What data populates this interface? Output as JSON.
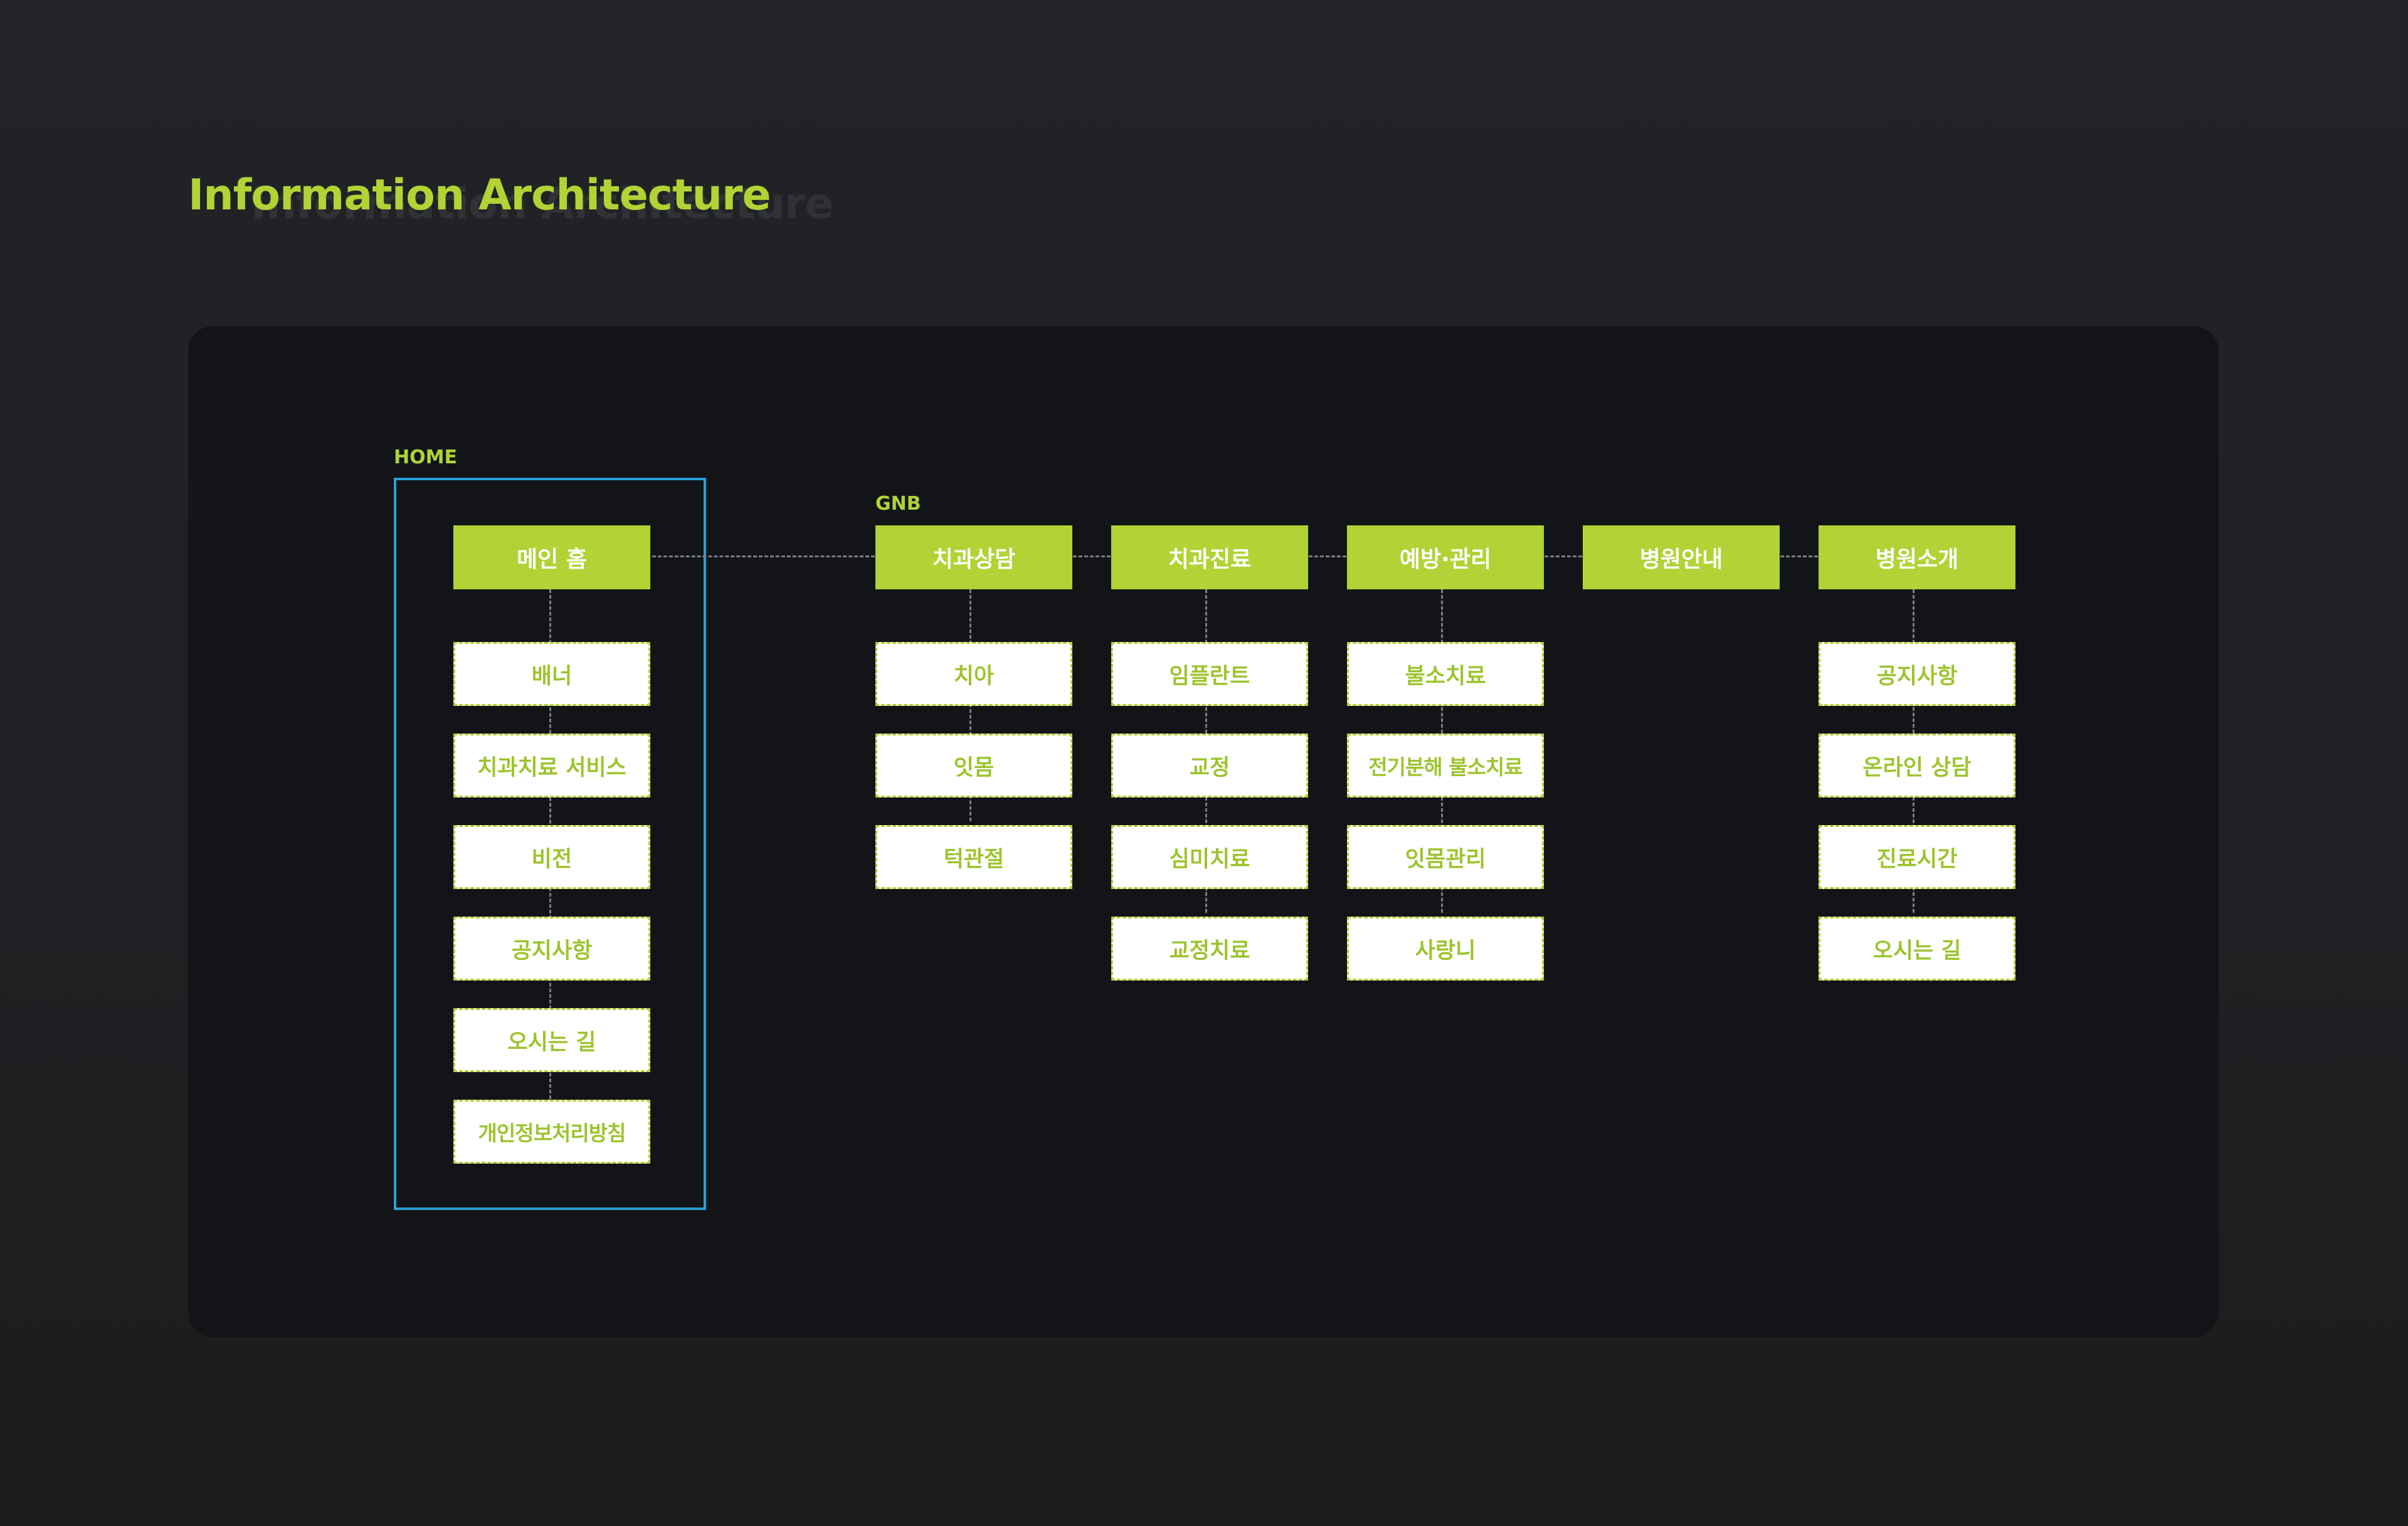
{
  "header": {
    "title": "Information Architecture"
  },
  "labels": {
    "home": "HOME",
    "gnb": "GNB"
  },
  "colors": {
    "accent": "#b2d235",
    "home_frame": "#2a9fd6",
    "panel": "#131418"
  },
  "home": {
    "root": "메인 홈",
    "children": [
      "배너",
      "치과치료 서비스",
      "비전",
      "공지사항",
      "오시는 길",
      "개인정보처리방침"
    ]
  },
  "gnb": [
    {
      "label": "치과상담",
      "children": [
        "치아",
        "잇몸",
        "턱관절"
      ]
    },
    {
      "label": "치과진료",
      "children": [
        "임플란트",
        "교정",
        "심미치료",
        "교정치료"
      ]
    },
    {
      "label": "예방·관리",
      "children": [
        "불소치료",
        "전기분해 불소치료",
        "잇몸관리",
        "사랑니"
      ]
    },
    {
      "label": "병원안내",
      "children": []
    },
    {
      "label": "병원소개",
      "children": [
        "공지사항",
        "온라인 상담",
        "진료시간",
        "오시는 길"
      ]
    }
  ]
}
